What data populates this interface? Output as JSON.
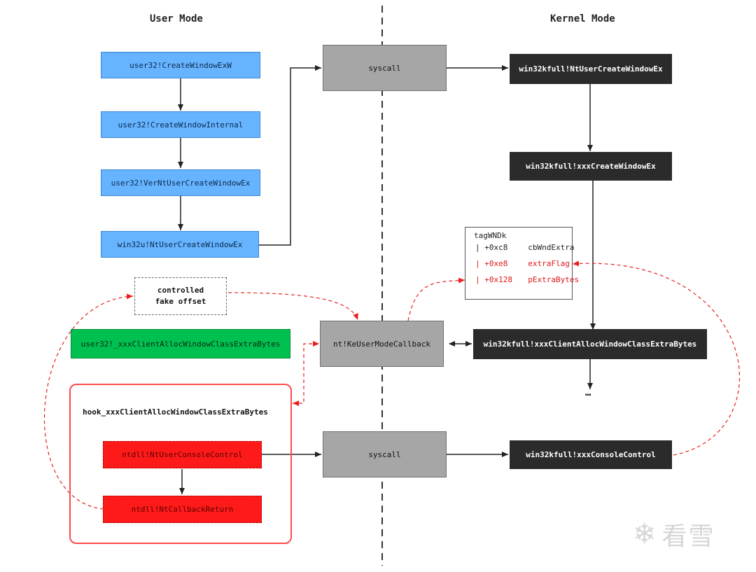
{
  "headings": {
    "user_mode": "User Mode",
    "kernel_mode": "Kernel Mode"
  },
  "user_chain": [
    "user32!CreateWindowExW",
    "user32!CreateWindowInternal",
    "user32!VerNtUserCreateWindowEx",
    "win32u!NtUserCreateWindowEx"
  ],
  "syscall_top": "syscall",
  "syscall_bottom": "syscall",
  "kernel_chain": [
    "win32kfull!NtUserCreateWindowEx",
    "win32kfull!xxxCreateWindowEx",
    "win32kfull!xxxClientAllocWindowClassExtraBytes"
  ],
  "kernel_ellipsis": "…",
  "callback": "nt!KeUserModeCallback",
  "client_alloc": "user32!_xxxClientAllocWindowClassExtraBytes",
  "fake_offset": {
    "line1": "controlled",
    "line2": "fake offset"
  },
  "hook": {
    "title": "hook_xxxClientAllocWindowClassExtraBytes",
    "step1": "ntdll!NtUserConsoleControl",
    "step2": "ntdll!NtCallbackReturn"
  },
  "console_control": "win32kfull!xxxConsoleControl",
  "tagwnd": {
    "title": "tagWNDk",
    "rows": [
      {
        "offset": "+0xc8",
        "field": "cbWndExtra",
        "highlight": false
      },
      {
        "offset": "+0xe8",
        "field": "extraFlag",
        "highlight": true
      },
      {
        "offset": "+0x128",
        "field": "pExtraBytes",
        "highlight": true
      }
    ]
  },
  "watermark": {
    "text": "看雪",
    "icon": "snowflake-icon"
  },
  "colors": {
    "user_box": "#66b3ff",
    "syscall_box": "#a6a6a6",
    "kernel_box": "#2b2b2b",
    "client_box": "#00c050",
    "hook_box": "#ff1a1a",
    "dashed_arrow": "#e82020"
  }
}
